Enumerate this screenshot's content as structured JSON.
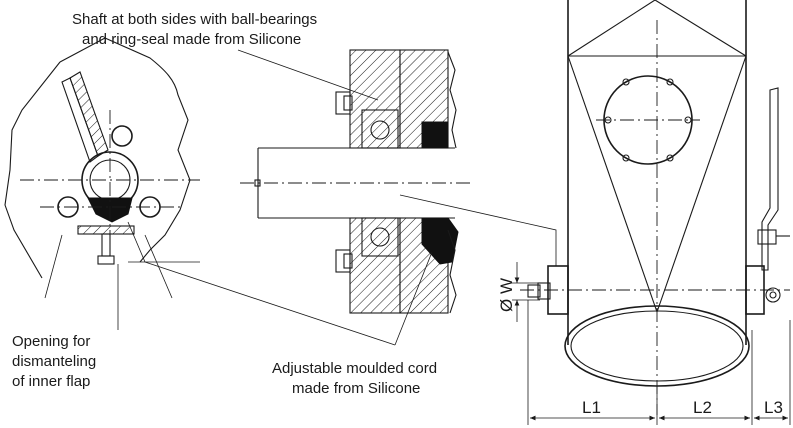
{
  "labels": {
    "shaft_line1": "Shaft at both sides with ball-bearings",
    "shaft_line2": "and ring-seal made from Silicone",
    "opening_line1": "Opening for",
    "opening_line2": "dismanteling",
    "opening_line3": "of inner flap",
    "cord_line1": "Adjustable moulded cord",
    "cord_line2": "made from Silicone"
  },
  "dimensions": {
    "diameter": "Ø W",
    "l1": "L1",
    "l2": "L2",
    "l3": "L3"
  }
}
